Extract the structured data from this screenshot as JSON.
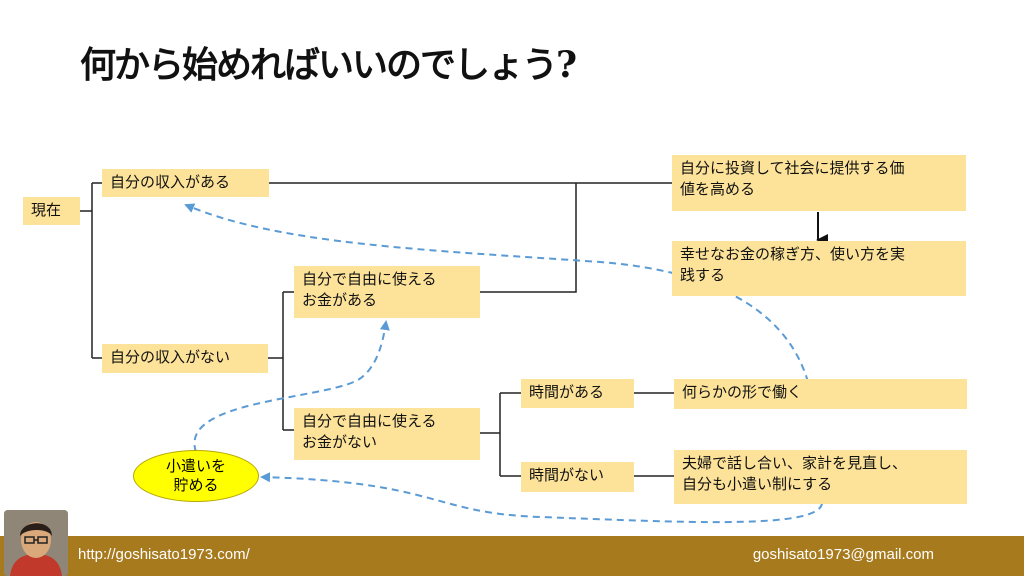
{
  "title": "何から始めればいいのでしょう?",
  "nodes": {
    "genzai": "現在",
    "income_yes": "自分の収入がある",
    "income_no": "自分の収入がない",
    "free_money_yes_1": "自分で自由に使える",
    "free_money_yes_2": "お金がある",
    "free_money_no_1": "自分で自由に使える",
    "free_money_no_2": "お金がない",
    "time_yes": "時間がある",
    "time_no": "時間がない",
    "invest_1": "自分に投資して社会に提供する価",
    "invest_2": "値を高める",
    "practice_1": "幸せなお金の稼ぎ方、使い方を実",
    "practice_2": "践する",
    "work": "何らかの形で働く",
    "couple_1": "夫婦で話し合い、家計を見直し、",
    "couple_2": "自分も小遣い制にする",
    "save_1": "小遣いを",
    "save_2": "貯める"
  },
  "colors": {
    "box": "#fde39a",
    "ellipse": "#ffff00",
    "dashed_arrow": "#5b9bd5",
    "footer": "#a77a1e"
  },
  "footer": {
    "url": "http://goshisato1973.com/",
    "email": "goshisato1973@gmail.com"
  }
}
